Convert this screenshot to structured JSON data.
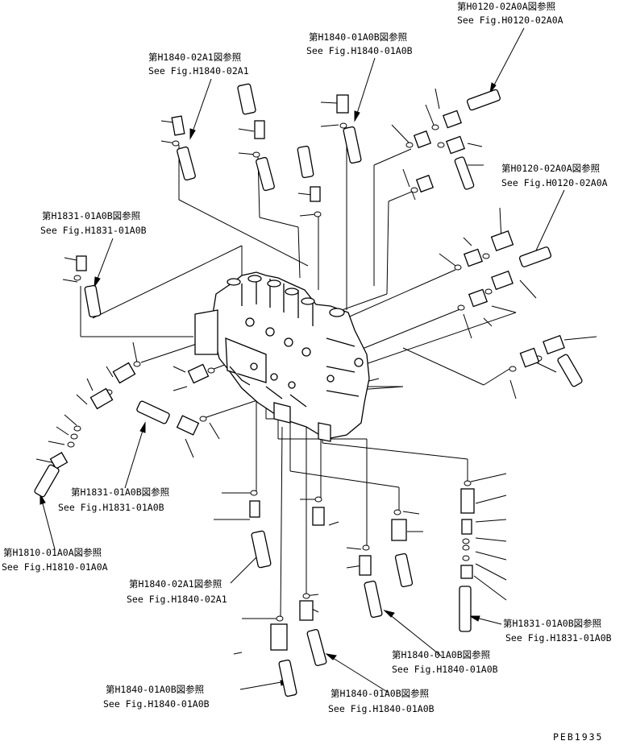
{
  "references": [
    {
      "id": "ref-h0120-top",
      "jp": "第H0120-02A0A図参照",
      "en": "See Fig.H0120-02A0A"
    },
    {
      "id": "ref-h1840-01a0b-top",
      "jp": "第H1840-01A0B図参照",
      "en": "See Fig.H1840-01A0B"
    },
    {
      "id": "ref-h1840-02a1-top",
      "jp": "第H1840-02A1図参照",
      "en": "See Fig.H1840-02A1"
    },
    {
      "id": "ref-h0120-right",
      "jp": "第H0120-02A0A図参照",
      "en": "See Fig.H0120-02A0A"
    },
    {
      "id": "ref-h1831-left",
      "jp": "第H1831-01A0B図参照",
      "en": "See Fig.H1831-01A0B"
    },
    {
      "id": "ref-h1831-center",
      "jp": "第H1831-01A0B図参照",
      "en": "See Fig.H1831-01A0B"
    },
    {
      "id": "ref-h1810-left",
      "jp": "第H1810-01A0A図参照",
      "en": "See Fig.H1810-01A0A"
    },
    {
      "id": "ref-h1840-02a1-bottom",
      "jp": "第H1840-02A1図参照",
      "en": "See Fig.H1840-02A1"
    },
    {
      "id": "ref-h1831-right",
      "jp": "第H1831-01A0B図参照",
      "en": "See Fig.H1831-01A0B"
    },
    {
      "id": "ref-h1840-01a0b-mid",
      "jp": "第H1840-01A0B図参照",
      "en": "See Fig.H1840-01A0B"
    },
    {
      "id": "ref-h1840-01a0b-bl",
      "jp": "第H1840-01A0B図参照",
      "en": "See Fig.H1840-01A0B"
    },
    {
      "id": "ref-h1840-01a0b-bc",
      "jp": "第H1840-01A0B図参照",
      "en": "See Fig.H1840-01A0B"
    }
  ],
  "drawing_code": "PEB1935"
}
